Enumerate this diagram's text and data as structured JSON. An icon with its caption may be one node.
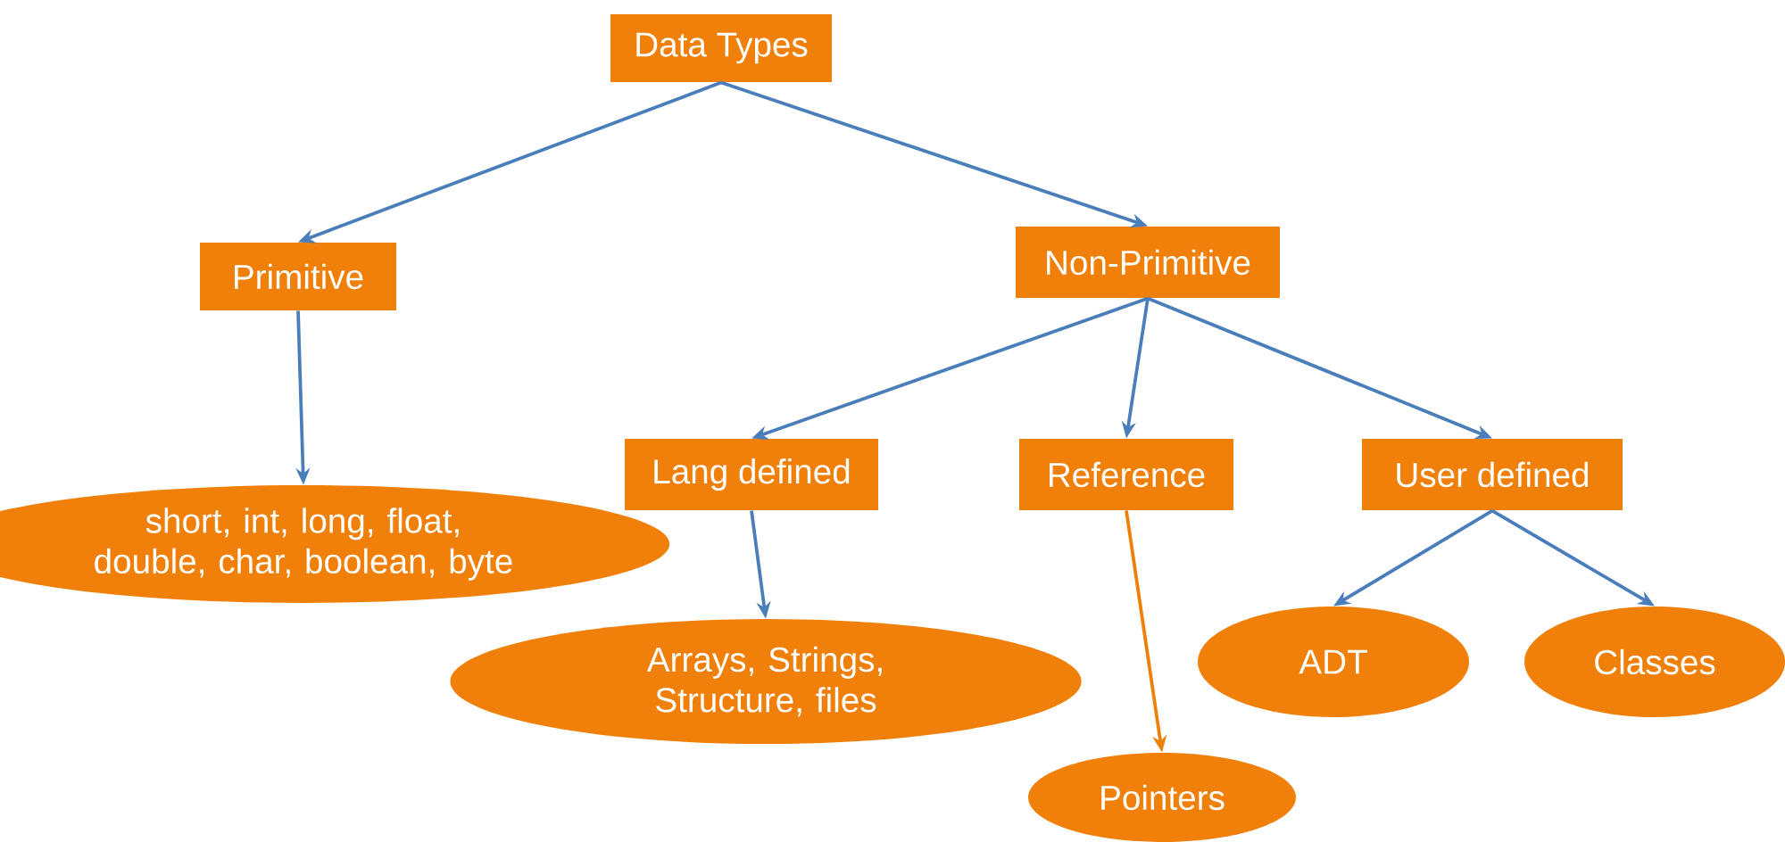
{
  "diagram": {
    "nodes": [
      {
        "text": [
          "Data Types"
        ]
      },
      {
        "text": [
          "Primitive"
        ]
      },
      {
        "text": [
          "Non-Primitive"
        ]
      },
      {
        "text": [
          "short, int, long, float, double, char, boolean, byte"
        ]
      },
      {
        "text": [
          "Lang defined"
        ]
      },
      {
        "text": [
          "Reference"
        ]
      },
      {
        "text": [
          "User defined"
        ]
      },
      {
        "text": [
          "Arrays, Strings, Structure, files"
        ]
      },
      {
        "text": [
          "Pointers"
        ]
      },
      {
        "text": [
          "ADT"
        ]
      },
      {
        "text": [
          "Classes"
        ]
      }
    ],
    "edges": [
      {
        "from": 0,
        "to": 1,
        "arrow": "to"
      },
      {
        "from": 0,
        "to": 2,
        "arrow": "to"
      },
      {
        "from": 1,
        "to": 3,
        "arrow": "to"
      },
      {
        "from": 2,
        "to": 4,
        "arrow": "to"
      },
      {
        "from": 2,
        "to": 5,
        "arrow": "to"
      },
      {
        "from": 2,
        "to": 6,
        "arrow": "to"
      },
      {
        "from": 4,
        "to": 7,
        "arrow": "to"
      },
      {
        "from": 5,
        "to": 8,
        "arrow": "to",
        "color": "#f07f09"
      },
      {
        "from": 6,
        "to": 9,
        "arrow": "to"
      },
      {
        "from": 6,
        "to": 10,
        "arrow": "to"
      }
    ]
  }
}
